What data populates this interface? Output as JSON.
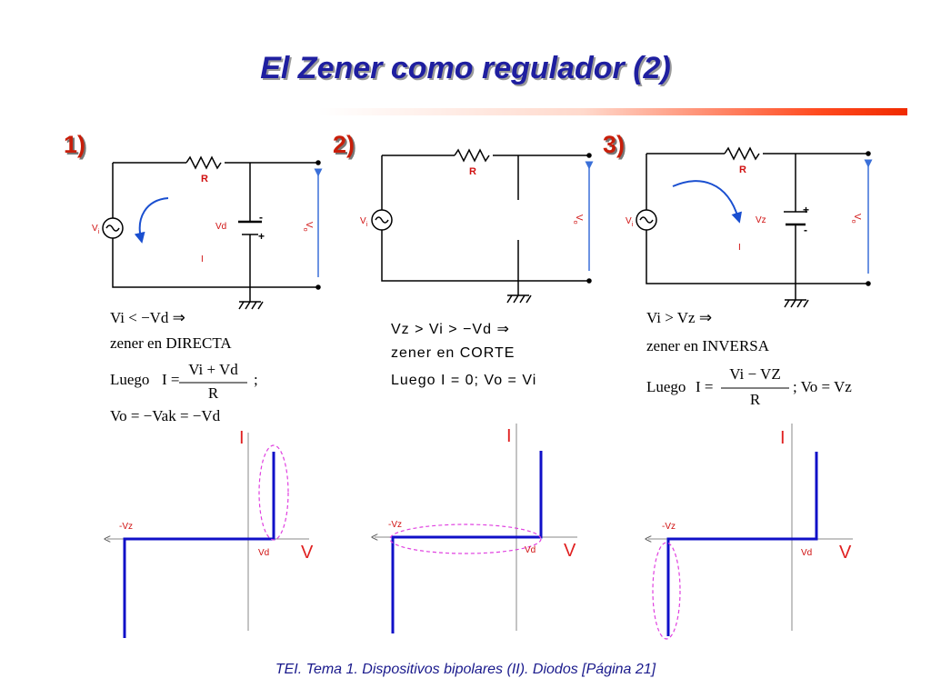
{
  "title": "El Zener como regulador (2)",
  "footer": "TEI. Tema 1. Dispositivos bipolares (II). Diodos [Página 21]",
  "colors": {
    "title": "#1f1fa0",
    "numbers": "#c81e0a",
    "labels": "#d01010",
    "curve": "#1010c8",
    "arrow": "#3a6fd8",
    "ellipse": "#e040e0"
  },
  "sections": [
    {
      "number": "1)",
      "circuit": {
        "source": "V",
        "source_sub": "i",
        "resistor": "R",
        "diode": "Vd",
        "plus": "+",
        "minus": "-",
        "current": "I",
        "output": "V",
        "output_sub": "o"
      },
      "eq": {
        "line1": "Vi < −Vd ⇒",
        "line2": "zener en DIRECTA",
        "luego": "Luego",
        "lhs": "I =",
        "num": "Vi + Vd",
        "den": "R",
        "tail": ";",
        "line4": "Vo = −Vak = −Vd"
      },
      "graph": {
        "i_label": "I",
        "v_label": "V",
        "vz_label": "-Vz",
        "vd_label": "Vd"
      }
    },
    {
      "number": "2)",
      "circuit": {
        "source": "V",
        "source_sub": "i",
        "resistor": "R",
        "output": "V",
        "output_sub": "o"
      },
      "eq": {
        "line1": "Vz > Vi > −Vd ⇒",
        "line2": "zener en CORTE",
        "line3": "Luego I = 0;   Vo = Vi"
      },
      "graph": {
        "i_label": "I",
        "v_label": "V",
        "vz_label": "-Vz",
        "vd_label": "Vd"
      }
    },
    {
      "number": "3)",
      "circuit": {
        "source": "V",
        "source_sub": "i",
        "resistor": "R",
        "diode": "Vz",
        "plus": "+",
        "minus": "-",
        "current": "I",
        "output": "V",
        "output_sub": "o"
      },
      "eq": {
        "line1": "Vi > Vz ⇒",
        "line2": "zener en  INVERSA",
        "luego": "Luego",
        "lhs": "I =",
        "num": "Vi − VZ",
        "den": "R",
        "tail": ";   Vo = Vz"
      },
      "graph": {
        "i_label": "I",
        "v_label": "V",
        "vz_label": "-Vz",
        "vd_label": "Vd"
      }
    }
  ]
}
